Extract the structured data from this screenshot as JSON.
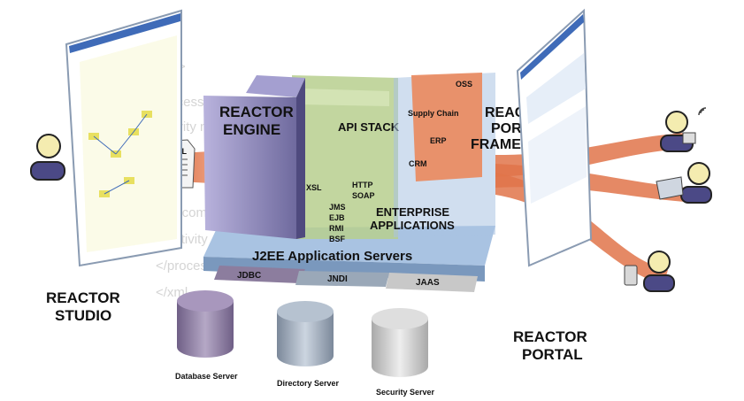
{
  "background_code": [
    "<t>",
    "process name=",
    "activity name=",
    "<outcom",
    "</activity",
    "</process",
    "</xml"
  ],
  "labels": {
    "reactor_engine": [
      "REACTOR",
      "ENGINE"
    ],
    "api_stack": "API STACK",
    "reactor_portal_framework": [
      "REACTOR",
      "PORTAL",
      "FRAMEWORK"
    ],
    "enterprise_applications": [
      "ENTERPRISE",
      "APPLICATIONS"
    ],
    "j2ee": "J2EE Application Servers",
    "reactor_studio": [
      "REACTOR",
      "STUDIO"
    ],
    "reactor_portal": [
      "REACTOR",
      "PORTAL"
    ],
    "xml_doc": "XML"
  },
  "api_items": [
    "XSL",
    "HTTP",
    "SOAP",
    "JMS",
    "EJB",
    "RMI",
    "BSF"
  ],
  "enterprise_items": [
    "OSS",
    "Supply Chain",
    "ERP",
    "CRM"
  ],
  "connectors": [
    "JDBC",
    "JNDI",
    "JAAS"
  ],
  "servers": [
    "Database  Server",
    "Directory Server",
    "Security Server"
  ],
  "colors": {
    "engine": "#6f6a9e",
    "api": "#b7cf8e",
    "enterprise": "#e98a5f",
    "platform": "#a9c3e2",
    "beam": "#e0744a",
    "db": "#8c7d9e",
    "directory": "#9aa8b8",
    "security": "#c8c8c8"
  }
}
